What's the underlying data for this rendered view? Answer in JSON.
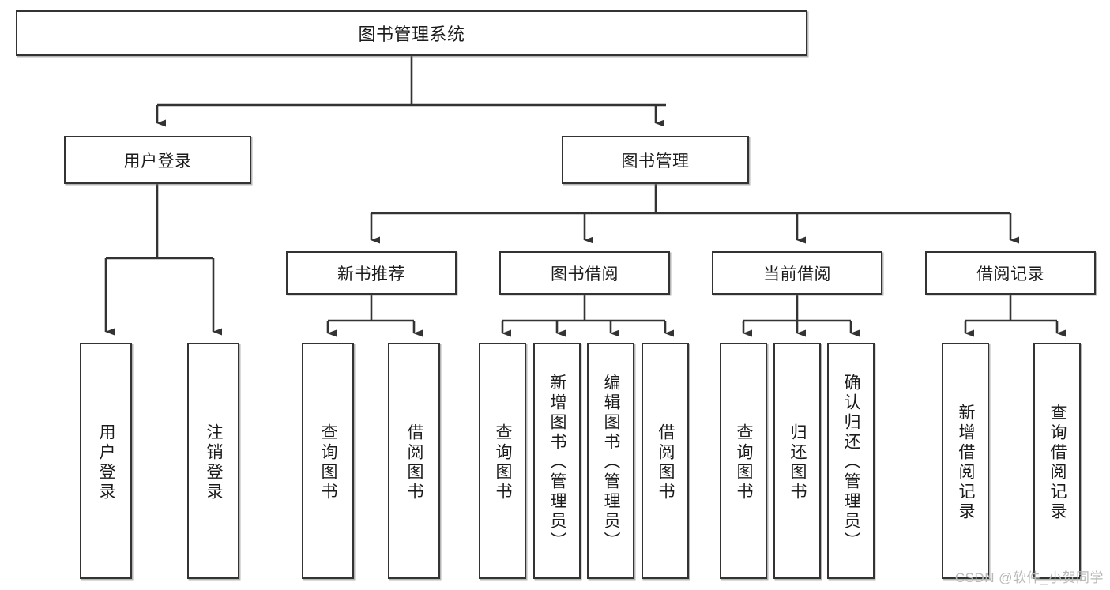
{
  "diagram": {
    "title": "图书管理系统",
    "type": "tree-hierarchy-chart",
    "root": {
      "id": "root",
      "label": "图书管理系统"
    },
    "level2": [
      {
        "id": "user-login",
        "label": "用户登录"
      },
      {
        "id": "book-management",
        "label": "图书管理"
      }
    ],
    "level3": [
      {
        "id": "new-book-recommend",
        "label": "新书推荐",
        "parent": "book-management"
      },
      {
        "id": "book-borrow",
        "label": "图书借阅",
        "parent": "book-management"
      },
      {
        "id": "current-borrow",
        "label": "当前借阅",
        "parent": "book-management"
      },
      {
        "id": "borrow-record",
        "label": "借阅记录",
        "parent": "book-management"
      }
    ],
    "leaves": [
      {
        "id": "leaf-user-login",
        "label": "用户登录",
        "parent": "user-login"
      },
      {
        "id": "leaf-logout-login",
        "label": "注销登录",
        "parent": "user-login"
      },
      {
        "id": "leaf-query-book-1",
        "label": "查询图书",
        "parent": "new-book-recommend"
      },
      {
        "id": "leaf-borrow-book-1",
        "label": "借阅图书",
        "parent": "new-book-recommend"
      },
      {
        "id": "leaf-query-book-2",
        "label": "查询图书",
        "parent": "book-borrow"
      },
      {
        "id": "leaf-add-book",
        "label": "新增图书（管理员）",
        "parent": "book-borrow"
      },
      {
        "id": "leaf-edit-book",
        "label": "编辑图书（管理员）",
        "parent": "book-borrow"
      },
      {
        "id": "leaf-borrow-book-2",
        "label": "借阅图书",
        "parent": "book-borrow"
      },
      {
        "id": "leaf-query-book-3",
        "label": "查询图书",
        "parent": "current-borrow"
      },
      {
        "id": "leaf-return-book",
        "label": "归还图书",
        "parent": "current-borrow"
      },
      {
        "id": "leaf-confirm-return",
        "label": "确认归还（管理员）",
        "parent": "current-borrow"
      },
      {
        "id": "leaf-add-record",
        "label": "新增借阅记录",
        "parent": "borrow-record"
      },
      {
        "id": "leaf-query-record",
        "label": "查询借阅记录",
        "parent": "borrow-record"
      }
    ],
    "colors": {
      "background": "#ffffff",
      "box_border": "#333333",
      "box_fill": "#ffffff",
      "connector": "#333333",
      "text": "#1b1b1b",
      "watermark": "#b9b9b9"
    }
  },
  "watermark": {
    "text": "CSDN @软件_小贺同学"
  }
}
